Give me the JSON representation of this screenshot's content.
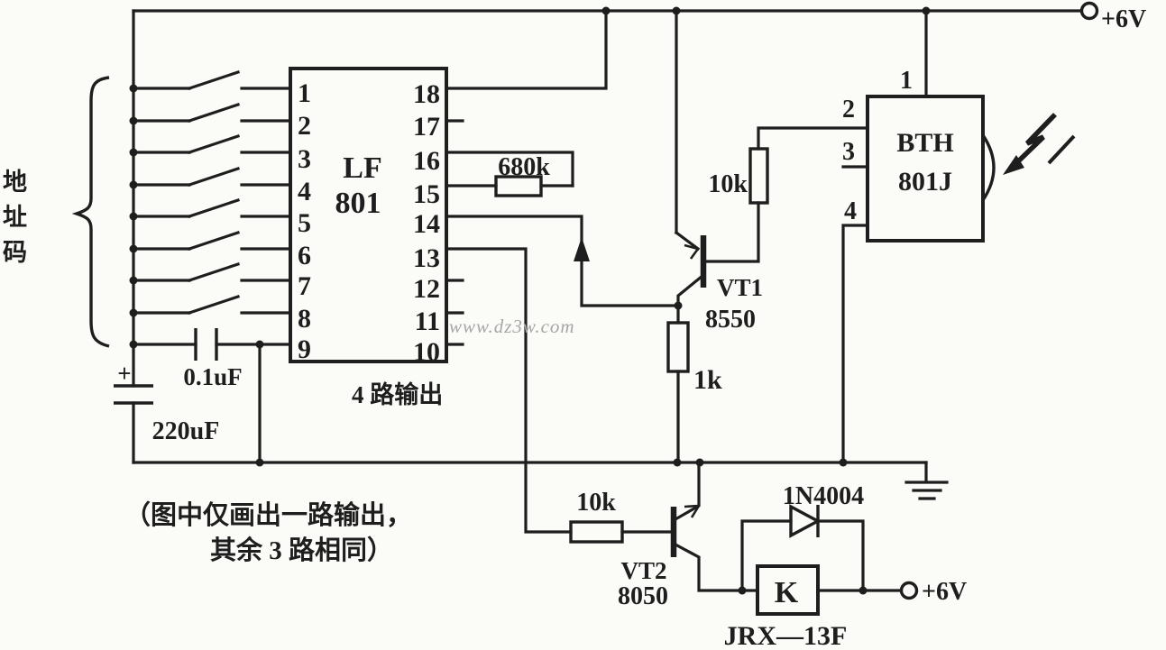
{
  "power": {
    "top_label": "+6V",
    "relay_label": "+6V"
  },
  "address": {
    "chars": [
      "地",
      "址",
      "码"
    ]
  },
  "lf801": {
    "name_line1": "LF",
    "name_line2": "801",
    "pins_left": [
      "1",
      "2",
      "3",
      "4",
      "5",
      "6",
      "7",
      "8",
      "9"
    ],
    "pins_right": [
      "18",
      "17",
      "16",
      "15",
      "14",
      "13",
      "12",
      "11",
      "10"
    ],
    "output_note": "4 路输出"
  },
  "bth": {
    "name_line1": "BTH",
    "name_line2": "801J",
    "pins": [
      "1",
      "2",
      "3",
      "4"
    ]
  },
  "parts": {
    "r680k": "680k",
    "r10k_top": "10k",
    "r1k": "1k",
    "r10k_bottom": "10k",
    "c1": "0.1uF",
    "c2": "220uF",
    "c2_polarity": "+",
    "d1": "1N4004",
    "relay_symbol": "K",
    "relay_part": "JRX—13F",
    "vt1_name": "VT1",
    "vt1_part": "8550",
    "vt2_name": "VT2",
    "vt2_part": "8050"
  },
  "notes": {
    "line1": "（图中仅画出一路输出，",
    "line2": "其余 3 路相同）"
  },
  "watermark": {
    "text": "www.dz3w.com"
  },
  "colors": {
    "line": "#1e1e1e",
    "background": "#fbfbf7",
    "watermark": "#a6a6a6"
  }
}
